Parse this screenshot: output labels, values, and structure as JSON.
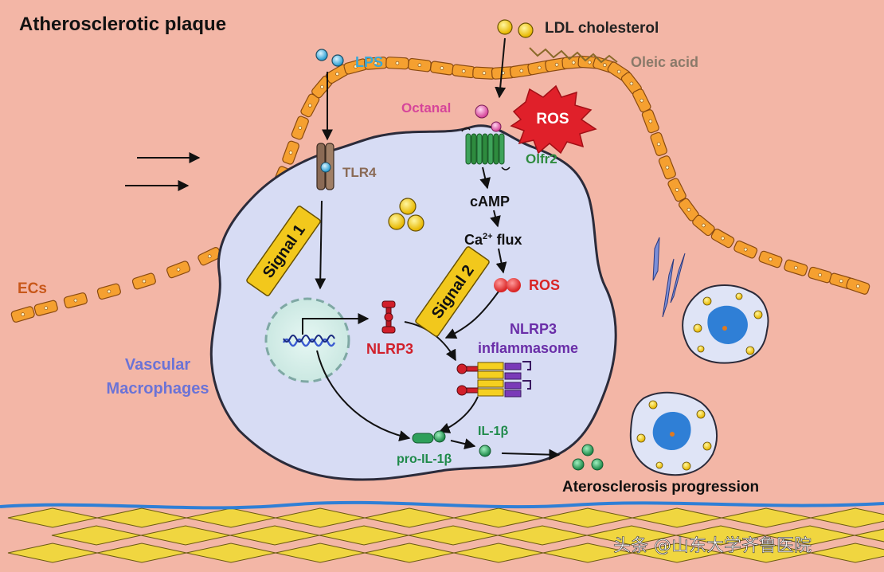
{
  "title": "Atherosclerotic plaque",
  "labels": {
    "lps": "LPS",
    "ldl": "LDL cholesterol",
    "oleic": "Oleic acid",
    "octanal": "Octanal",
    "ros_burst": "ROS",
    "olfr2": "Olfr2",
    "tlr4": "TLR4",
    "camp": "cAMP",
    "ca_flux_base": "Ca",
    "ca_flux_sup": "2+",
    "ca_flux_rest": " flux",
    "ros": "ROS",
    "signal1": "Signal 1",
    "signal2": "Signal 2",
    "nlrp3": "NLRP3",
    "inflammasome_line1": "NLRP3",
    "inflammasome_line2": "inflammasome",
    "ecs": "ECs",
    "vascular": "Vascular",
    "macrophages": "Macrophages",
    "pro_il1b": "pro-IL-1β",
    "il1b": "IL-1β",
    "progression": "Aterosclerosis progression",
    "watermark": "头条 @山东大学齐鲁医院"
  },
  "colors": {
    "background": "#f3b6a6",
    "cell_fill": "#d7dcf4",
    "endothelium": "#f5a030",
    "smc": "#f0d640",
    "vessel_line": "#2f7fd6",
    "lps": "#3aa7d6",
    "octanal": "#d6459a",
    "ros": "#d92424",
    "olfr2": "#2e8b3e",
    "tlr4": "#8a6a55",
    "nlrp3": "#d11f2a",
    "inflammasome": "#6a2ea8",
    "macrophage_label": "#6b73d6",
    "ecs_label": "#c8581a",
    "il1b": "#1f8a4a",
    "signal_box": "#f2c81c"
  },
  "icons": [
    "lps-particles",
    "ldl-particles",
    "oleic-acid-chain",
    "octanal-particles",
    "ros-burst",
    "tlr4-receptor",
    "olfr2-receptor",
    "ldl-cluster",
    "nucleus",
    "dna-strand",
    "nlrp3-monomer",
    "inflammasome-complex",
    "ros-dots",
    "pro-il1b-molecule",
    "il1b-molecule",
    "il1b-cluster",
    "foam-cell",
    "cholesterol-crystals",
    "flow-arrows"
  ]
}
